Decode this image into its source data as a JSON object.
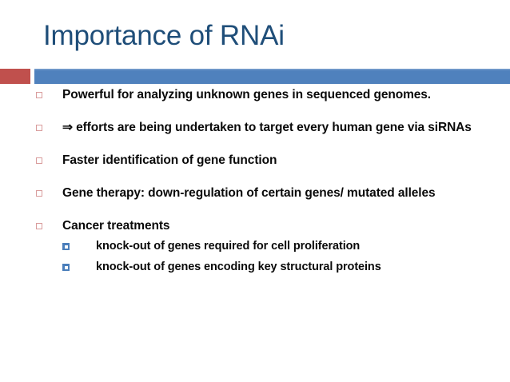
{
  "slide": {
    "title": "Importance of RNAi",
    "theme": {
      "title_color": "#1F4E79",
      "accent_red": "#C0504D",
      "accent_blue": "#4F81BD",
      "bullet_marker_color": "#D99C9C",
      "sub_bullet_marker_color": "#4A7EBB",
      "body_text_color": "#0A0A0A",
      "background": "#FFFFFF"
    },
    "bullets": [
      {
        "text": "Powerful for analyzing unknown genes in sequenced genomes.",
        "marker": "hollow-square-marker"
      },
      {
        "text": "⇒ efforts are being undertaken to target every human gene via siRNAs",
        "marker": "hollow-square-marker"
      },
      {
        "text": "Faster identification of gene function",
        "marker": "hollow-square-marker"
      },
      {
        "text": "Gene therapy: down-regulation of certain genes/ mutated alleles",
        "marker": "hollow-square-marker"
      },
      {
        "text": "Cancer treatments",
        "marker": "hollow-square-marker",
        "sub_bullets": [
          {
            "text": "knock-out of genes required for cell proliferation",
            "marker": "filled-square-marker"
          },
          {
            "text": "knock-out of genes encoding key structural proteins",
            "marker": "filled-square-marker"
          }
        ]
      }
    ]
  }
}
